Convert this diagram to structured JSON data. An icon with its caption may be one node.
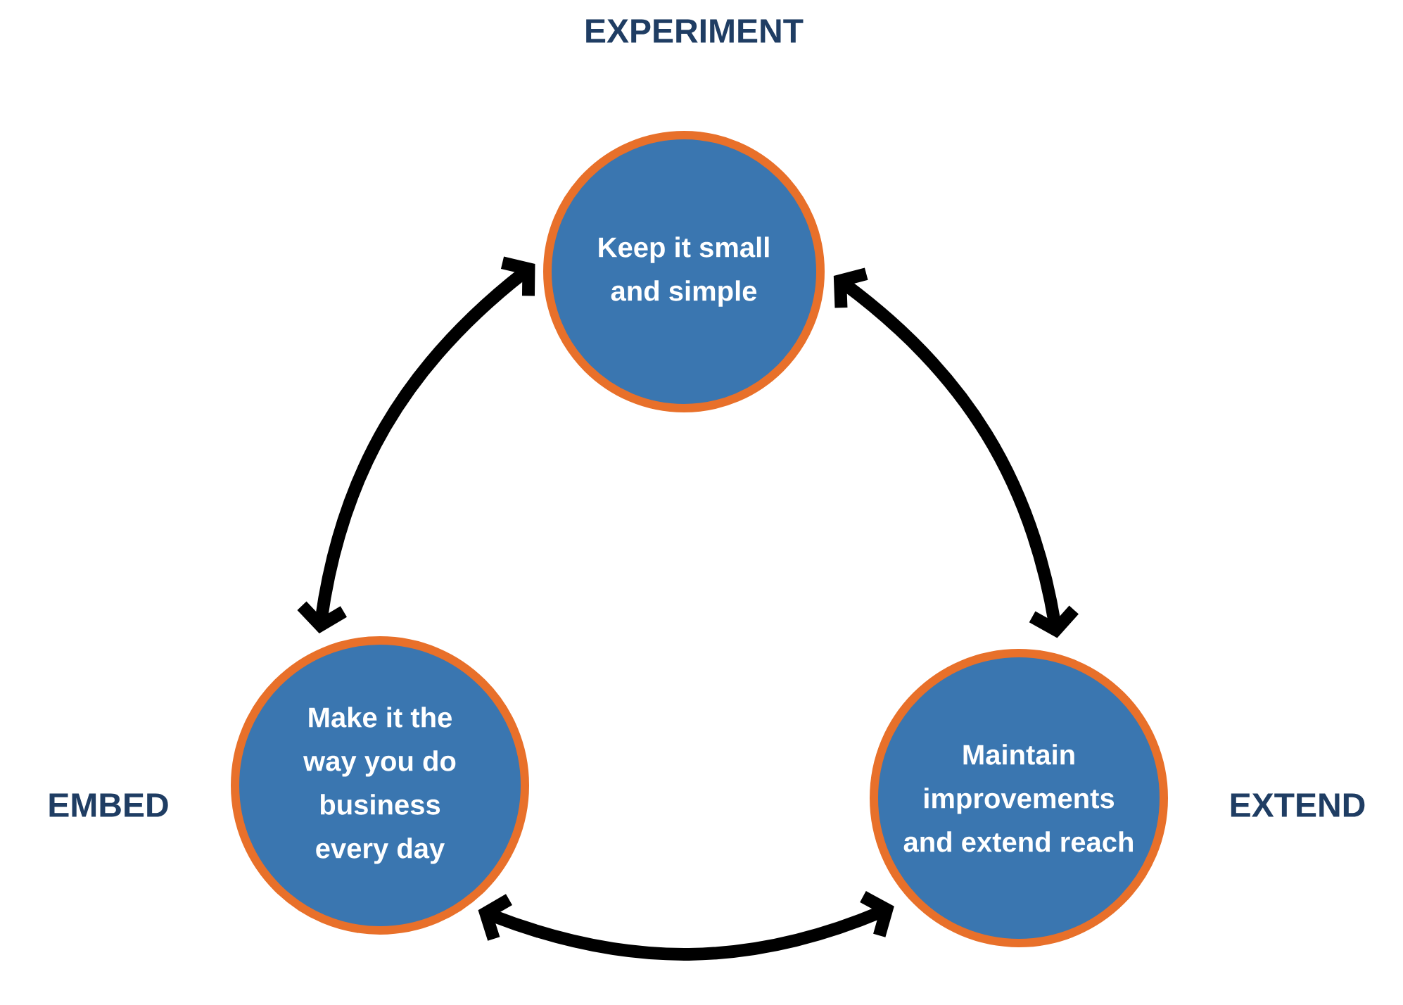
{
  "diagram": {
    "nodes": [
      {
        "text": [
          "EXPERIMENT",
          "Keep it small and simple"
        ]
      },
      {
        "text": [
          "EMBED",
          "Make it the way you do business every day"
        ]
      },
      {
        "text": [
          "Maintain improvements and extend reach",
          "EXTEND"
        ]
      }
    ],
    "edges": [
      {
        "from": 0,
        "to": 1,
        "arrow": "both"
      },
      {
        "from": 0,
        "to": 2,
        "arrow": "both"
      },
      {
        "from": 1,
        "to": 2,
        "arrow": "both"
      }
    ]
  }
}
